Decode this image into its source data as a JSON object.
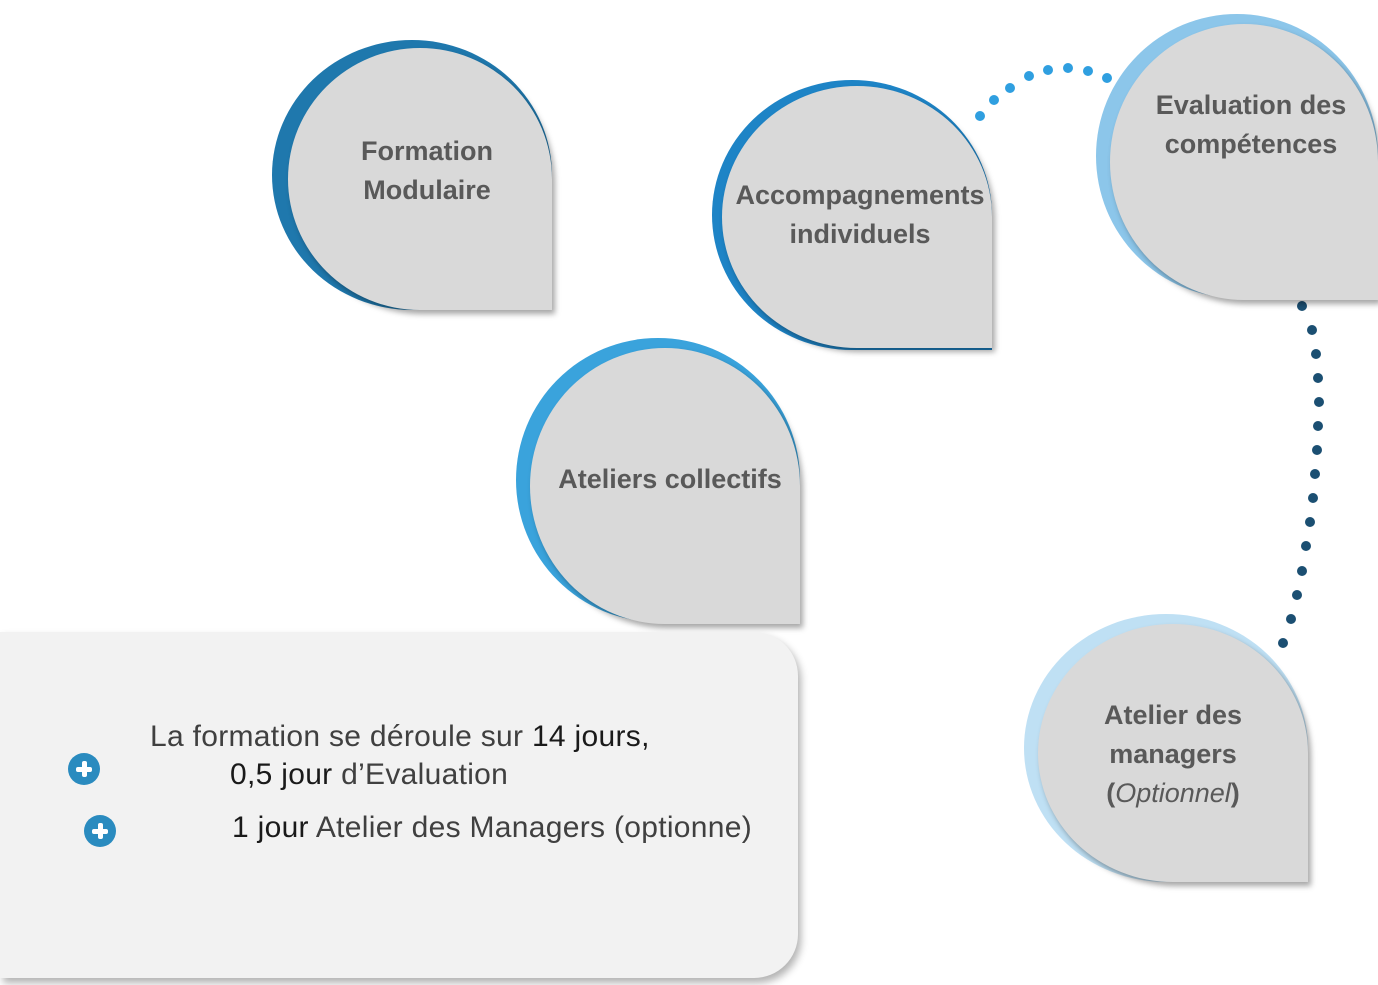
{
  "nodes": {
    "formation": {
      "line1": "Formation",
      "line2": "Modulaire"
    },
    "accompagnements": {
      "line1": "Accompagnements",
      "line2": "individuels"
    },
    "evaluation": {
      "line1": "Evaluation des",
      "line2": "compétences"
    },
    "ateliers": {
      "line1": "Ateliers collectifs"
    },
    "managers": {
      "line1": "Atelier des",
      "line2": "managers",
      "open_paren": "(",
      "italic": "Optionnel",
      "close_paren": ")"
    }
  },
  "info": {
    "line1_text": "La formation se déroule sur ",
    "line1_bold": "14 jours,",
    "line2_bold": "0,5 jour",
    "line2_text": " d’Evaluation",
    "line3_bold": "1 jour",
    "line3_text": " Atelier des Managers (optionne)"
  },
  "icons": {
    "bullet": "plus-circle-icon"
  },
  "colors": {
    "ring_dark_blue": "#1f78ad",
    "ring_mid_blue": "#3aa3dc",
    "ring_light_blue": "#8cc6ea",
    "ring_pale_blue": "#bfe0f4",
    "drop_fill": "#d9d9d9",
    "dots_dark": "#1b4f72",
    "dots_light": "#2f9fe0",
    "plus_icon": "#2a8bbf"
  }
}
